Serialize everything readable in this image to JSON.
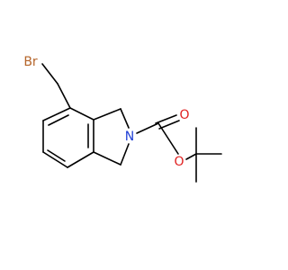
{
  "molecule": {
    "atoms": {
      "br": {
        "text": "Br",
        "color": "#b5652a"
      },
      "n": {
        "text": "N",
        "color": "#1f3fd6"
      },
      "o_carbonyl": {
        "text": "O",
        "color": "#e02020"
      },
      "o_ester": {
        "text": "O",
        "color": "#e02020"
      }
    },
    "bond_color": "#000000"
  }
}
